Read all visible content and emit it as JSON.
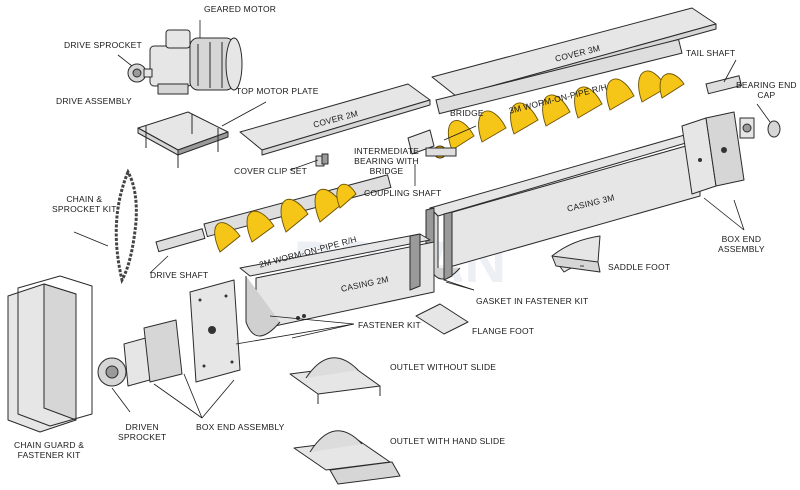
{
  "watermark": "DOHAN",
  "labels": {
    "geared_motor": "GEARED MOTOR",
    "drive_sprocket": "DRIVE SPROCKET",
    "drive_assembly": "DRIVE ASSEMBLY",
    "top_motor_plate": "TOP MOTOR PLATE",
    "cover_3m": "COVER 3M",
    "tail_shaft": "TAIL SHAFT",
    "bearing_end_cap": "BEARING END\nCAP",
    "bridge": "BRIDGE",
    "worm_3m": "3M WORM-ON-PIPE R/H",
    "cover_2m": "COVER 2M",
    "intermediate_bearing": "INTERMEDIATE\nBEARING WITH\nBRIDGE",
    "cover_clip_set": "COVER CLIP SET",
    "coupling_shaft": "COUPLING SHAFT",
    "chain_sprocket_kit": "CHAIN &\nSPROCKET KIT",
    "casing_3m": "CASING 3M",
    "box_end_assembly_right": "BOX END\nASSEMBLY",
    "worm_2m": "2M WORM-ON-PIPE R/H",
    "drive_shaft": "DRIVE SHAFT",
    "saddle_foot": "SADDLE FOOT",
    "casing_2m": "CASING 2M",
    "gasket": "GASKET IN FASTENER KIT",
    "fastener_kit": "FASTENER KIT",
    "flange_foot": "FLANGE FOOT",
    "outlet_without_slide": "OUTLET WITHOUT SLIDE",
    "chain_guard": "CHAIN GUARD &\nFASTENER KIT",
    "driven_sprocket": "DRIVEN\nSPROCKET",
    "box_end_assembly_left": "BOX END ASSEMBLY",
    "outlet_hand_slide": "OUTLET WITH HAND SLIDE"
  }
}
